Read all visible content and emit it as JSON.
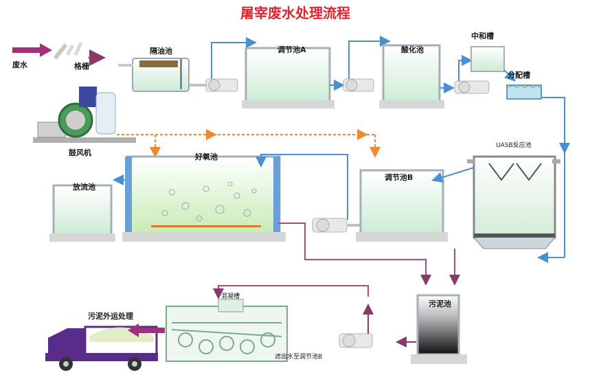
{
  "title": "屠宰废水处理流程",
  "labels": {
    "wastewater": "废水",
    "screen": "格栅",
    "oil_separator": "隔油池",
    "equalization_a": "调节池A",
    "acidification": "酸化池",
    "neutralization": "中和槽",
    "distribution": "分配槽",
    "blower": "鼓风机",
    "aerobic": "好氧池",
    "uasb": "UASB反应池",
    "discharge": "放流池",
    "equalization_b": "调节池B",
    "sludge_tank": "污泥池",
    "coagulation": "混凝槽",
    "sludge_transport": "污泥外运处理",
    "filtrate_return": "滤出水至调节池B"
  },
  "colors": {
    "title": "#e0232d",
    "water_pipe": "#4a8fd0",
    "air_pipe": "#f08a30",
    "sludge_pipe": "#8a3a6a",
    "arrow_magenta": "#a0307a",
    "truck": "#5a2c8a",
    "tank_fill": "#d8f0e0",
    "tank_border": "#9aa7b0"
  }
}
